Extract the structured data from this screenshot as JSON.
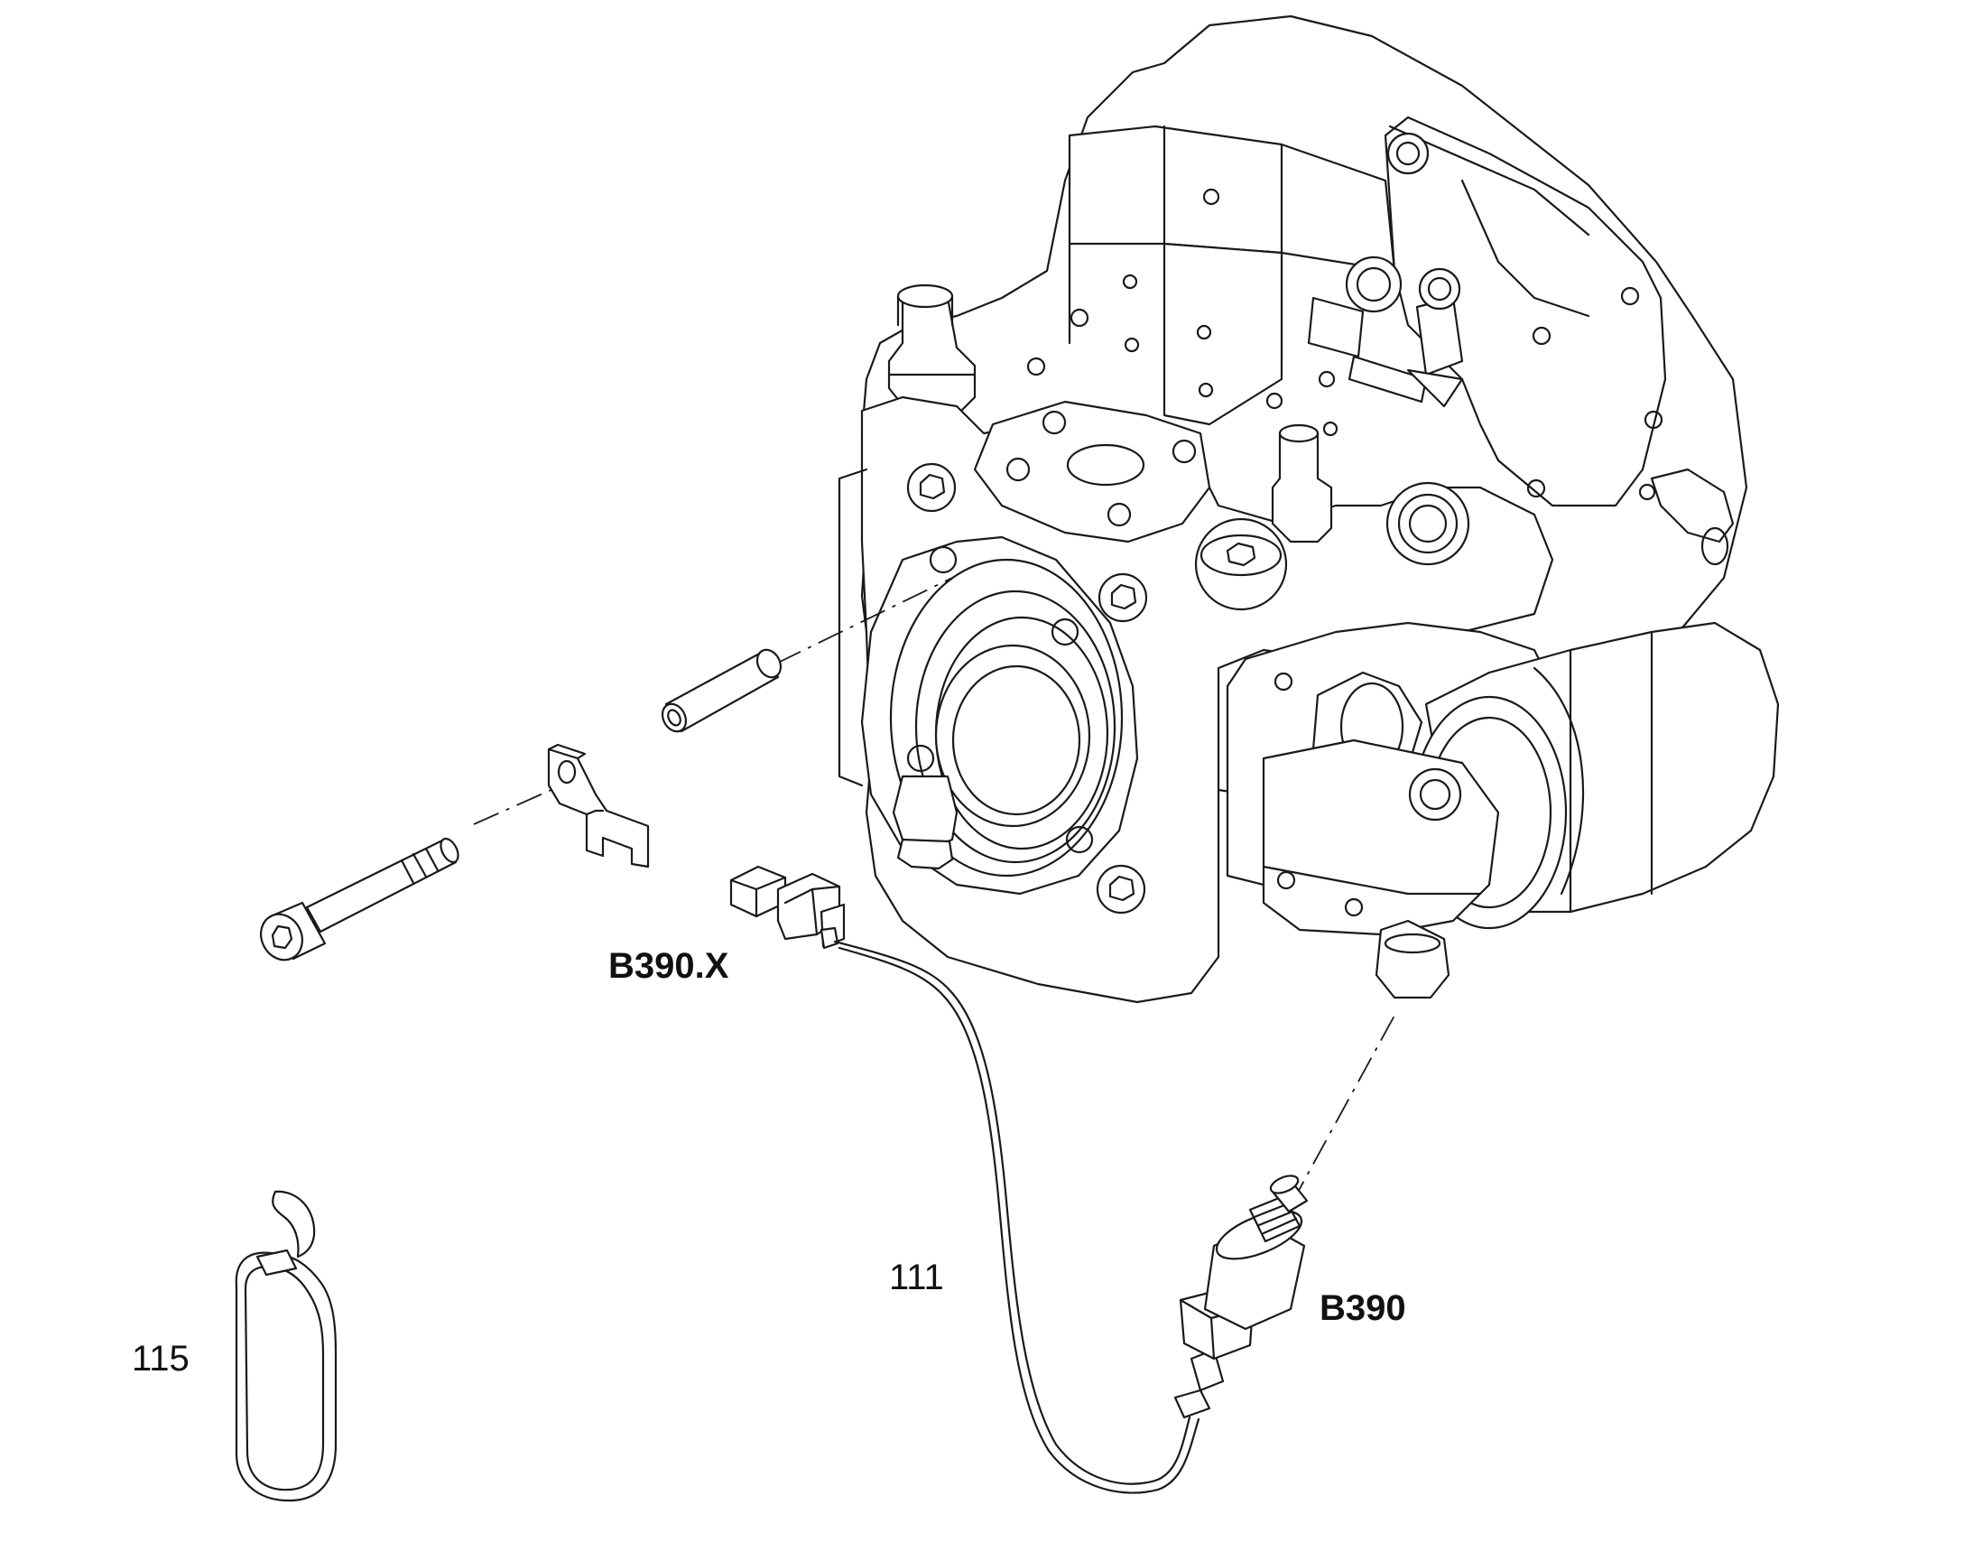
{
  "diagram": {
    "colors": {
      "line": "#1a1a1a",
      "background": "#ffffff"
    },
    "callouts": [
      {
        "id": "b390x",
        "text": "B390.X",
        "weight": "bold"
      },
      {
        "id": "b390",
        "text": "B390",
        "weight": "bold"
      },
      {
        "id": "item111",
        "text": "111",
        "weight": "normal"
      },
      {
        "id": "item115",
        "text": "115",
        "weight": "normal"
      }
    ],
    "parts": [
      "hydraulic-pump-assembly",
      "socket-head-cap-screw",
      "mounting-bracket",
      "spacer-sleeve",
      "harness-connector",
      "sensor-harness",
      "pressure-sensor",
      "cable-tie"
    ]
  }
}
